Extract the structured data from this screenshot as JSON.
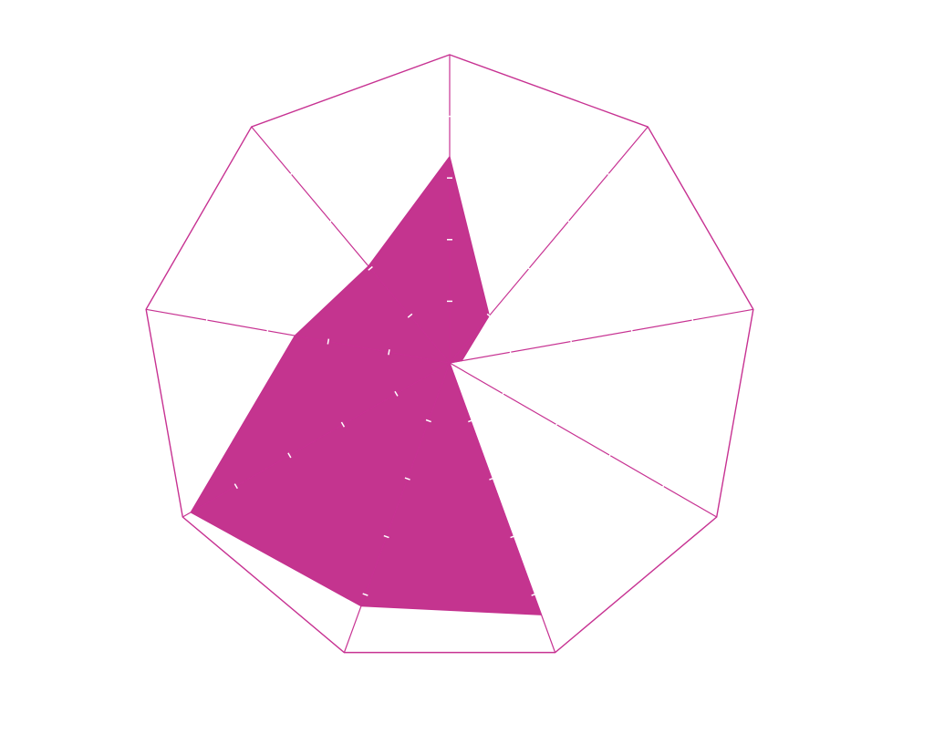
{
  "chart_data": {
    "type": "radar",
    "axes_count": 9,
    "max_value": 1.0,
    "values": [
      0.67,
      0.2,
      0.04,
      0.0,
      0.87,
      0.84,
      0.97,
      0.51,
      0.41
    ],
    "grid": "outer-polygon-only",
    "line_color": "#c73292",
    "fill_color": "#c3308d",
    "fill_opacity": 0.98
  }
}
